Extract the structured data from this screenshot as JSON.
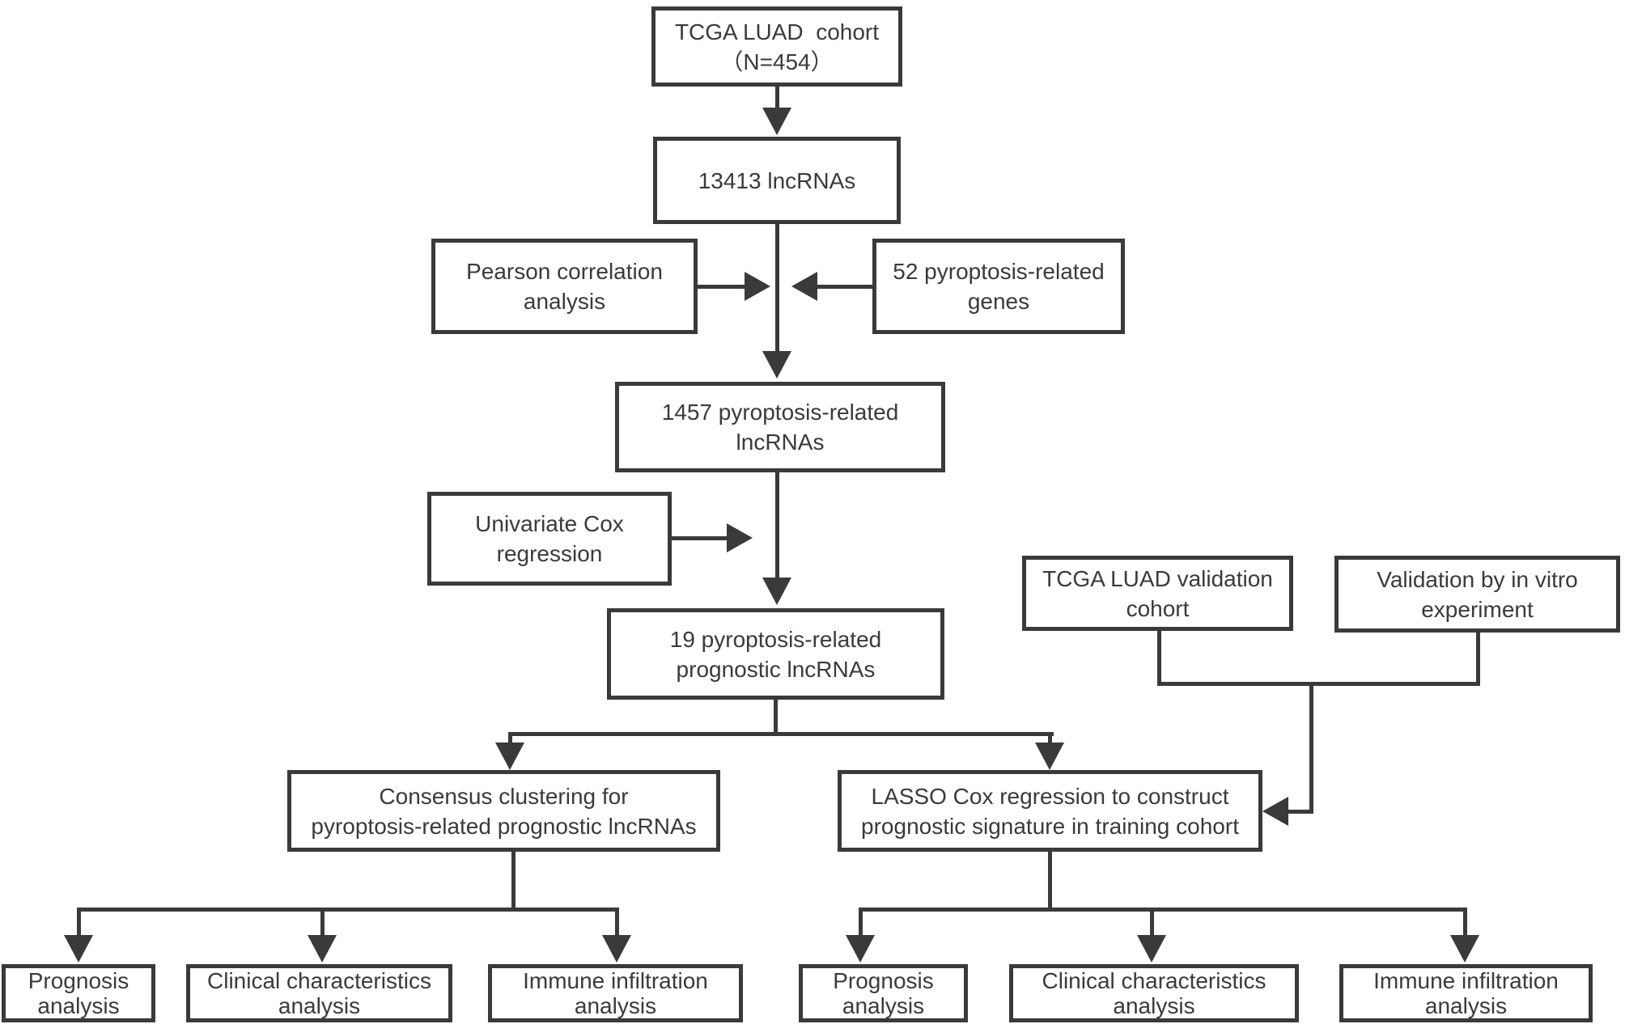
{
  "figure": {
    "background": "#ffffff",
    "line_color": "#3a3a3a",
    "text_color": "#3a3a3a"
  },
  "nodes": {
    "cohort": "TCGA LUAD  cohort\n（N=454）",
    "lnc13413": "13413 lncRNAs",
    "pearson": "Pearson correlation\nanalysis",
    "genes52": "52 pyroptosis-related\ngenes",
    "lnc1457": "1457 pyroptosis-related\nlncRNAs",
    "unicox": "Univariate Cox\nregression",
    "lnc19": "19 pyroptosis-related\nprognostic lncRNAs",
    "val_cohort": "TCGA LUAD validation\ncohort",
    "invitro": "Validation by in vitro\nexperiment",
    "consensus": "Consensus clustering for\npyroptosis-related prognostic lncRNAs",
    "lasso": "LASSO Cox regression to construct\nprognostic signature in training cohort",
    "prognosis_left": "Prognosis\nanalysis",
    "clinical_left": "Clinical characteristics\nanalysis",
    "immune_left": "Immune infiltration\nanalysis",
    "prognosis_right": "Prognosis\nanalysis",
    "clinical_right": "Clinical characteristics\nanalysis",
    "immune_right": "Immune infiltration\nanalysis"
  }
}
